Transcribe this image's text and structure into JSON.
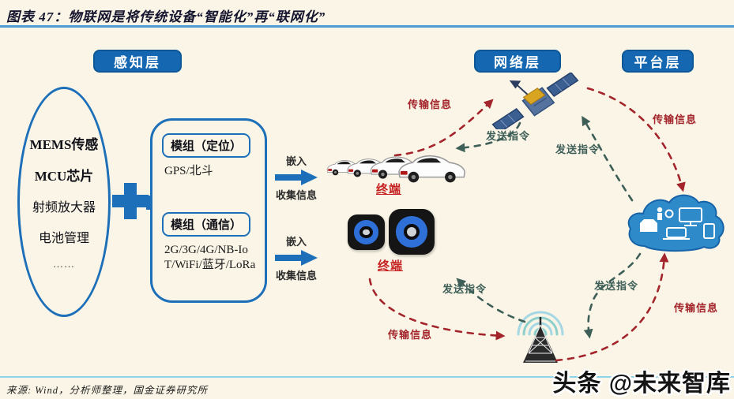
{
  "title": "图表 47：物联网是将传统设备“智能化”再“联网化”",
  "layers": [
    {
      "label": "感知层"
    },
    {
      "label": "网络层"
    },
    {
      "label": "平台层"
    }
  ],
  "ellipse": {
    "items": [
      "MEMS传感",
      "MCU芯片",
      "射频放大器",
      "电池管理",
      "……"
    ]
  },
  "modules": {
    "box1_title": "模组（定位）",
    "box1_body": "GPS/北斗",
    "box2_title": "模组（通信）",
    "box2_body": "2G/3G/4G/NB-IoT/WiFi/蓝牙/LoRa"
  },
  "embed": {
    "embed_label": "嵌入",
    "collect_label": "收集信息"
  },
  "terminals": {
    "cars": "终端",
    "speakers": "终端"
  },
  "flows": [
    {
      "text": "传输信息",
      "color": "red"
    },
    {
      "text": "发送指令",
      "color": "teal"
    },
    {
      "text": "传输信息",
      "color": "red"
    },
    {
      "text": "发送指令",
      "color": "teal"
    },
    {
      "text": "发送指令",
      "color": "teal"
    },
    {
      "text": "传输信息",
      "color": "red"
    },
    {
      "text": "发送指令",
      "color": "teal"
    },
    {
      "text": "传输信息",
      "color": "red"
    }
  ],
  "icons": {
    "satellite": "satellite-icon",
    "cloud": "cloud-platform-icon",
    "antenna": "radio-tower-icon",
    "cars": "cars-terminal-image",
    "speakers": "speakers-terminal-image",
    "plus": "plus-icon"
  },
  "footer": {
    "source": "来源: Wind，分析师整理，国金证券研究所"
  },
  "watermark": "头条 @未来智库",
  "colors": {
    "background": "#FAF5E6",
    "accent_blue": "#1C6FB8",
    "pill_blue": "#1467B0",
    "flow_red": "#A3242B",
    "flow_teal": "#3D5F58",
    "terminal_red": "#C51F1F",
    "title_divider": "#4D9BD5",
    "footer_divider": "#8FD4EA"
  }
}
